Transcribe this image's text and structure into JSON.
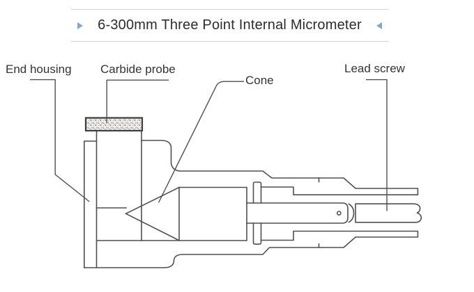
{
  "header": {
    "title": "6-300mm Three Point Internal Micrometer",
    "icons": {
      "prev": "triangle-pointing-right",
      "next": "triangle-pointing-left"
    }
  },
  "diagram": {
    "labels": {
      "end_housing": "End housing",
      "carbide_probe": "Carbide probe",
      "cone": "Cone",
      "lead_screw": "Lead screw"
    }
  },
  "colors": {
    "line": "#4f4f4f",
    "rule": "#d5d5d5",
    "arrow_accent": "#7fa8d2",
    "title_text": "#2c2c2c",
    "label_text": "#333333"
  }
}
